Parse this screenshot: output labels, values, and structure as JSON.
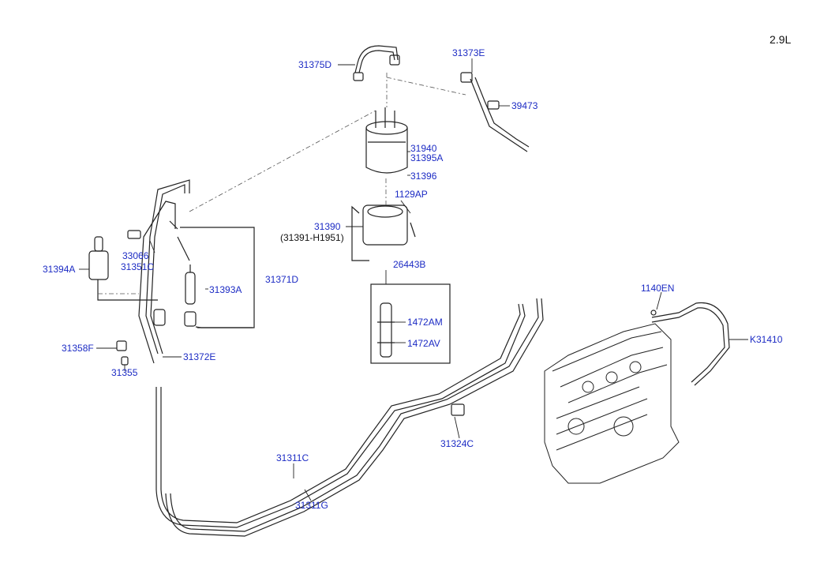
{
  "engine_code": "2.9L",
  "parts": {
    "p31375D": "31375D",
    "p31373E": "31373E",
    "p39473": "39473",
    "p31940": "31940",
    "p31395A": "31395A",
    "p31396": "31396",
    "p1129AP": "1129AP",
    "p31390": "31390",
    "p31391": "(31391-H1951)",
    "p26443B": "26443B",
    "p1472AM": "1472AM",
    "p1472AV": "1472AV",
    "p33066": "33066",
    "p31351C": "31351C",
    "p31394A": "31394A",
    "p31393A": "31393A",
    "p31371D": "31371D",
    "p31358F": "31358F",
    "p31355": "31355",
    "p31372E": "31372E",
    "p1140EN": "1140EN",
    "pK31410": "K31410",
    "p31324C": "31324C",
    "p31311C": "31311C",
    "p31311G": "31311G"
  },
  "colors": {
    "label": "#1c2bc4",
    "line": "#222222",
    "plain_text": "#111111"
  }
}
